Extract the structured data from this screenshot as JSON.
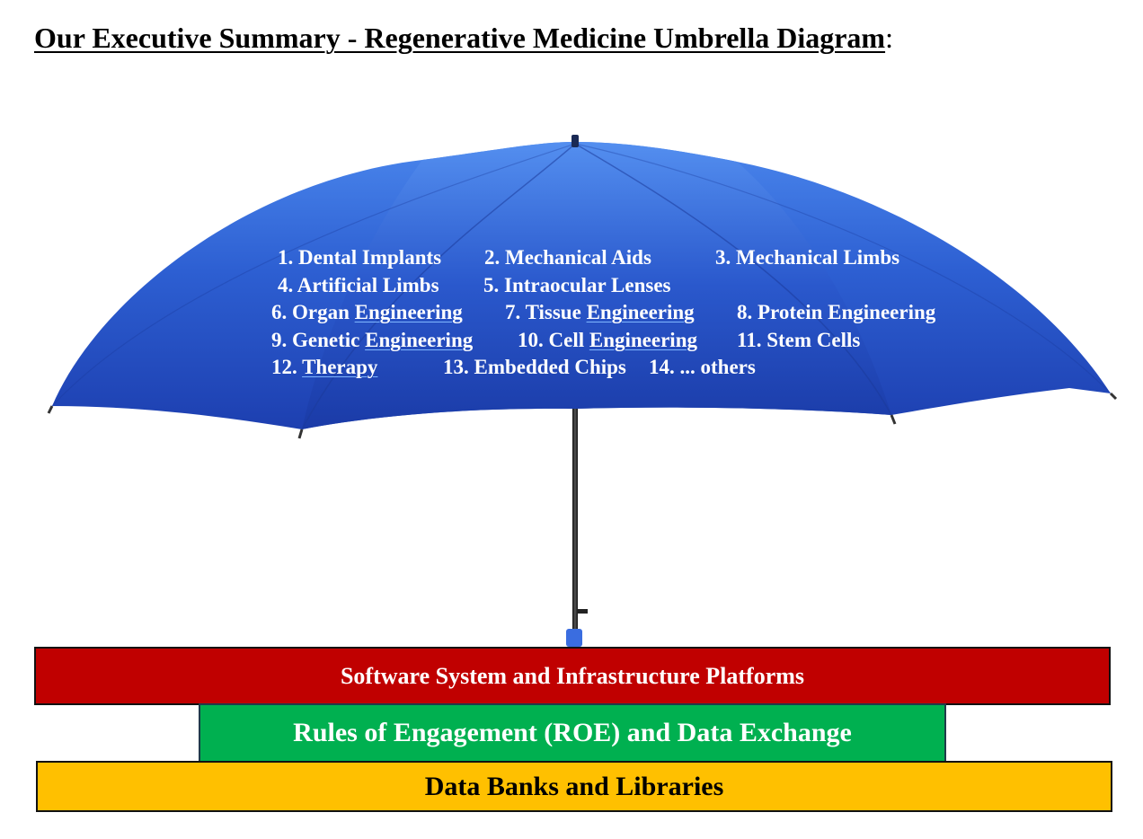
{
  "title": {
    "main": "Our Executive Summary - Regenerative Medicine Umbrella Diagram",
    "colon": ":"
  },
  "umbrella_items": [
    [
      {
        "id": "dental-implants",
        "text": "1. Dental Implants"
      },
      {
        "id": "mechanical-aids",
        "text": "2. Mechanical Aids"
      },
      {
        "id": "mechanical-limbs",
        "text": "3. Mechanical Limbs"
      }
    ],
    [
      {
        "id": "artificial-limbs",
        "text": "4. Artificial Limbs"
      },
      {
        "id": "intraocular-lenses",
        "text": "5. Intraocular Lenses"
      }
    ],
    [
      {
        "id": "organ-engineering",
        "prefix": "6. Organ ",
        "underlined": "Engineering"
      },
      {
        "id": "tissue-engineering",
        "prefix": "7. Tissue ",
        "underlined": "Engineering"
      },
      {
        "id": "protein-engineering",
        "text": "8. Protein Engineering"
      }
    ],
    [
      {
        "id": "genetic-engineering",
        "prefix": "9. Genetic ",
        "underlined": "Engineering"
      },
      {
        "id": "cell-engineering",
        "prefix": "10. Cell ",
        "underlined": "Engineering"
      },
      {
        "id": "stem-cells",
        "text": "11. Stem Cells"
      }
    ],
    [
      {
        "id": "therapy",
        "prefix": "12. ",
        "underlined": "Therapy"
      },
      {
        "id": "embedded-chips",
        "text": "13. Embedded Chips"
      },
      {
        "id": "others",
        "text": "14. ... others"
      }
    ]
  ],
  "foundation": {
    "software": "Software System and Infrastructure Platforms",
    "roe": "Rules of Engagement (ROE) and Data Exchange",
    "data_banks": "Data Banks and Libraries"
  },
  "colors": {
    "umbrella_blue": "#2a55c8",
    "software_bar": "#c00000",
    "roe_bar": "#00b050",
    "data_bar": "#ffc000"
  }
}
